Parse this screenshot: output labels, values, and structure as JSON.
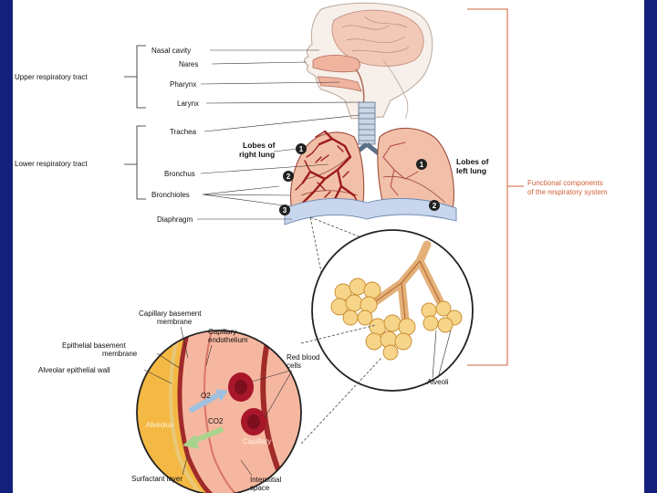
{
  "labels": {
    "nasal_cavity": "Nasal cavity",
    "nares": "Nares",
    "pharynx": "Pharynx",
    "larynx": "Larynx",
    "trachea": "Trachea",
    "bronchus": "Bronchus",
    "bronchioles": "Bronchioles",
    "diaphragm": "Diaphragm",
    "upper_tract": "Upper respiratory tract",
    "lower_tract": "Lower respiratory tract",
    "lobes_right_1": "Lobes of",
    "lobes_right_2": "right lung",
    "lobes_left_1": "Lobes of",
    "lobes_left_2": "left lung",
    "functional_1": "Functional components",
    "functional_2": "of the respiratory system",
    "alveoli": "Alveoli",
    "cap_basement_1": "Capillary basement",
    "cap_basement_2": "membrane",
    "cap_endo_1": "Capillary",
    "cap_endo_2": "endothelium",
    "epi_basement_1": "Epithelial basement",
    "epi_basement_2": "membrane",
    "alveolar_wall": "Alveolar epithelial wall",
    "rbc_1": "Red blood",
    "rbc_2": "cells",
    "alveolus": "Alveolus",
    "capillary": "Capillary",
    "surfactant": "Surfactant layer",
    "interstitial_1": "Interstitial",
    "interstitial_2": "space",
    "o2": "O2",
    "co2": "CO2"
  },
  "lobe_numbers": {
    "right_1": "1",
    "right_2": "2",
    "right_3": "3",
    "left_1": "1",
    "left_2": "2"
  },
  "colors": {
    "slide_background": "#1b2a8a",
    "bracket_orange": "#d2603a",
    "lung_fill": "#f2c0a8",
    "bronchi_red": "#9c1c1c",
    "diaphragm_blue": "#c8d6ee",
    "alveolus_yellow": "#f4b944",
    "capillary_pink": "#f6b7a0",
    "rbc_red": "#a8162a"
  }
}
